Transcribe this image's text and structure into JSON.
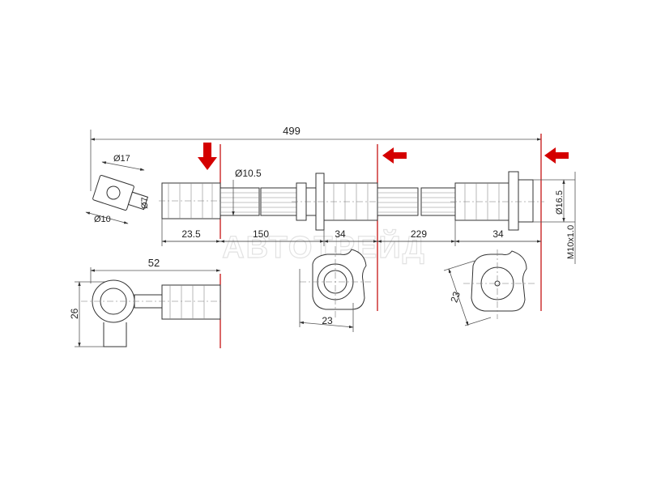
{
  "watermark": "АВТОТРЕЙД",
  "colors": {
    "arrow": "#d40000",
    "line": "#333333",
    "marker": "#c00000"
  },
  "dimensions": {
    "overall": "499",
    "banjo_outer_dia": "Ø17",
    "banjo_inner_dia": "Ø10",
    "fitting_dia_7": "Ø7",
    "hose_dia": "Ø10.5",
    "seg_23_5": "23.5",
    "seg_150": "150",
    "seg_34_a": "34",
    "seg_229": "229",
    "seg_34_b": "34",
    "end_dia": "Ø16.5",
    "thread": "M10x1.0",
    "side_52": "52",
    "side_26": "26",
    "bracket1_23": "23",
    "bracket2_23": "23"
  },
  "icons": [
    "arrow-down-icon",
    "arrow-left-icon",
    "arrow-left-icon"
  ]
}
